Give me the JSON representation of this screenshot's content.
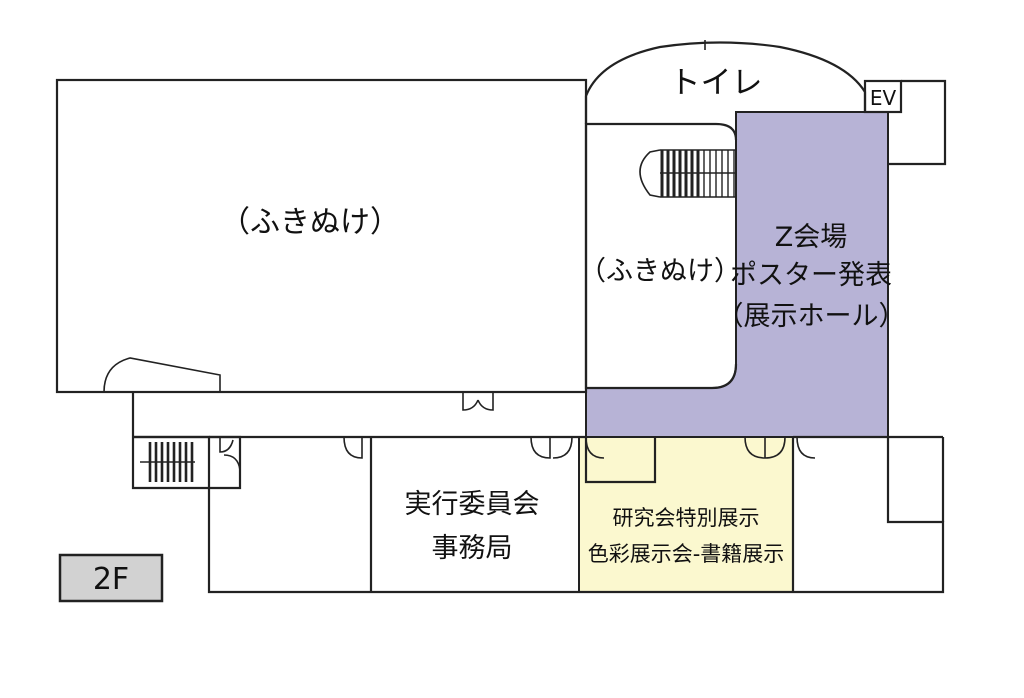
{
  "rooms": {
    "atrium_large": "（ふきぬけ）",
    "atrium_small": "（ふきぬけ）",
    "toilet": "トイレ",
    "elevator": "EV",
    "venue_z": {
      "line1": "Z会場",
      "line2": "ポスター発表",
      "line3": "（展示ホール）"
    },
    "office": {
      "line1": "実行委員会",
      "line2": "事務局"
    },
    "exhibition": {
      "line1": "研究会特別展示",
      "line2": "色彩展示会-書籍展示"
    }
  },
  "floor_badge": "2F",
  "colors": {
    "venue_z_fill": "#b7b3d6",
    "exhibition_fill": "#fbf8cf",
    "badge_fill": "#d2d2d2",
    "wall": "#222222"
  }
}
